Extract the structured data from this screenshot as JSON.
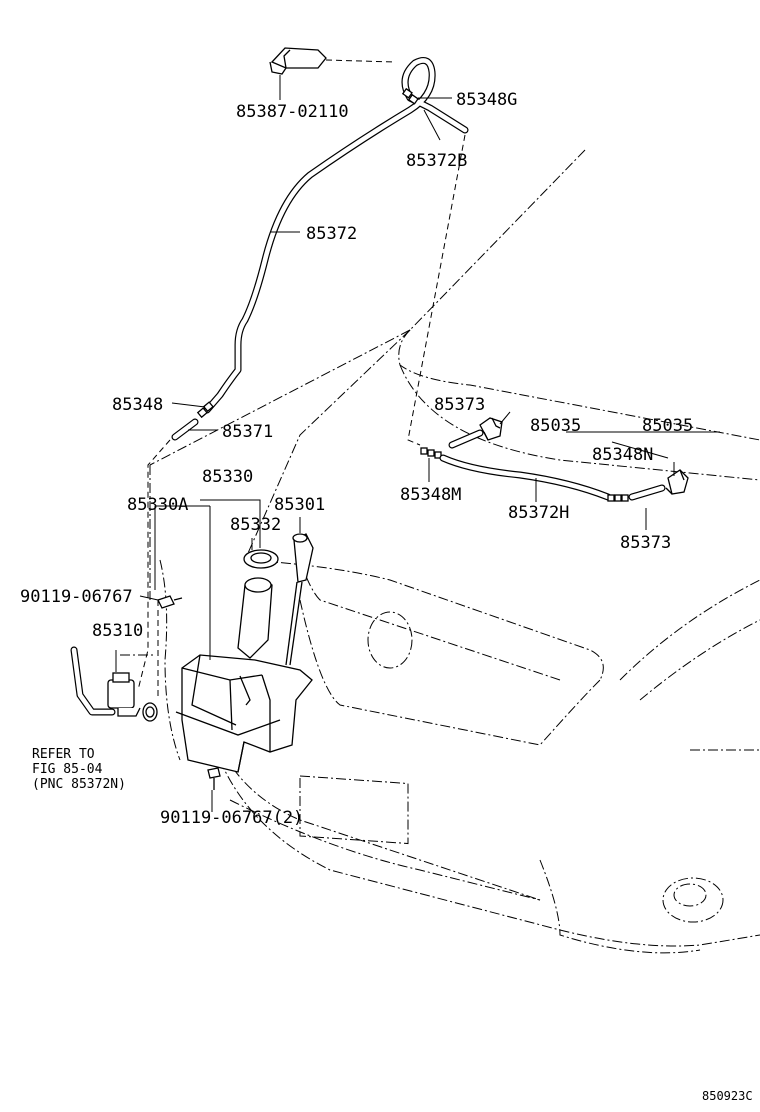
{
  "labels": {
    "p85387_02110": "85387-02110",
    "p85348G": "85348G",
    "p85372B": "85372B",
    "p85372": "85372",
    "p85348": "85348",
    "p85371": "85371",
    "p85373_a": "85373",
    "p85035_a": "85035",
    "p85035_b": "85035",
    "p85348N": "85348N",
    "p85348M": "85348M",
    "p85372H": "85372H",
    "p85373_b": "85373",
    "p85330": "85330",
    "p85330A": "85330A",
    "p85301": "85301",
    "p85332": "85332",
    "p90119_06767": "90119-06767",
    "p85310": "85310",
    "p90119_06767_2": "90119-06767(2)",
    "refer_line1": "REFER TO",
    "refer_line2": "FIG 85-04",
    "refer_line3": "(PNC 85372N)",
    "figure_id": "850923C"
  }
}
